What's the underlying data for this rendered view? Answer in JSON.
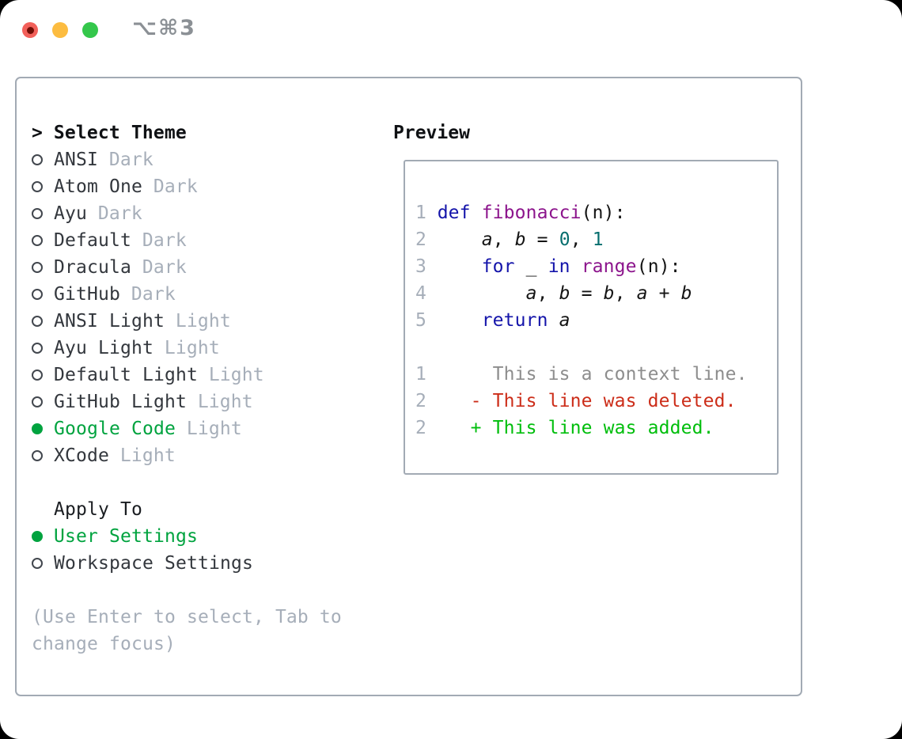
{
  "window": {
    "title": "⌥⌘3"
  },
  "colors": {
    "accent_green": "#00a33f",
    "added_green": "#00be0c",
    "deleted_red": "#cc2d19",
    "keyword_blue": "#1414aa",
    "function_purple": "#8c148c",
    "literal_teal": "#076e6e",
    "muted_gray": "#a6aeb9",
    "context_gray": "#8d8d8d"
  },
  "theme_panel": {
    "prompt": ">",
    "header": "Select Theme",
    "themes": [
      {
        "name": "ANSI",
        "variant": "Dark",
        "selected": false
      },
      {
        "name": "Atom One",
        "variant": "Dark",
        "selected": false
      },
      {
        "name": "Ayu",
        "variant": "Dark",
        "selected": false
      },
      {
        "name": "Default",
        "variant": "Dark",
        "selected": false
      },
      {
        "name": "Dracula",
        "variant": "Dark",
        "selected": false
      },
      {
        "name": "GitHub",
        "variant": "Dark",
        "selected": false
      },
      {
        "name": "ANSI Light",
        "variant": "Light",
        "selected": false
      },
      {
        "name": "Ayu Light",
        "variant": "Light",
        "selected": false
      },
      {
        "name": "Default Light",
        "variant": "Light",
        "selected": false
      },
      {
        "name": "GitHub Light",
        "variant": "Light",
        "selected": false
      },
      {
        "name": "Google Code",
        "variant": "Light",
        "selected": true
      },
      {
        "name": "XCode",
        "variant": "Light",
        "selected": false
      }
    ],
    "apply_to": {
      "label": "Apply To",
      "options": [
        {
          "name": "User Settings",
          "selected": true
        },
        {
          "name": "Workspace Settings",
          "selected": false
        }
      ]
    },
    "help_text": "(Use Enter to select, Tab to change focus)"
  },
  "preview": {
    "header": "Preview",
    "code_lines": [
      {
        "num": "1",
        "segments": [
          [
            "kw",
            "def"
          ],
          [
            "pl",
            " "
          ],
          [
            "fn",
            "fibonacci"
          ],
          [
            "pl",
            "("
          ],
          [
            "pl",
            "n"
          ],
          [
            "pl",
            "):"
          ]
        ]
      },
      {
        "num": "2",
        "segments": [
          [
            "pl",
            "    "
          ],
          [
            "var",
            "a"
          ],
          [
            "pl",
            ", "
          ],
          [
            "var",
            "b"
          ],
          [
            "pl",
            " = "
          ],
          [
            "lit",
            "0"
          ],
          [
            "pl",
            ", "
          ],
          [
            "lit",
            "1"
          ]
        ]
      },
      {
        "num": "3",
        "segments": [
          [
            "pl",
            "    "
          ],
          [
            "kw",
            "for"
          ],
          [
            "pl",
            " _ "
          ],
          [
            "kw",
            "in"
          ],
          [
            "pl",
            " "
          ],
          [
            "fn",
            "range"
          ],
          [
            "pl",
            "("
          ],
          [
            "pl",
            "n"
          ],
          [
            "pl",
            "):"
          ]
        ]
      },
      {
        "num": "4",
        "segments": [
          [
            "pl",
            "        "
          ],
          [
            "var",
            "a"
          ],
          [
            "pl",
            ", "
          ],
          [
            "var",
            "b"
          ],
          [
            "pl",
            " = "
          ],
          [
            "var",
            "b"
          ],
          [
            "pl",
            ", "
          ],
          [
            "var",
            "a"
          ],
          [
            "pl",
            " + "
          ],
          [
            "var",
            "b"
          ]
        ]
      },
      {
        "num": "5",
        "segments": [
          [
            "pl",
            "    "
          ],
          [
            "kw",
            "return"
          ],
          [
            "pl",
            " "
          ],
          [
            "var",
            "a"
          ]
        ]
      },
      {
        "num": "",
        "segments": []
      },
      {
        "num": "1",
        "segments": [
          [
            "ctx",
            "     This is a context line."
          ]
        ]
      },
      {
        "num": "2",
        "segments": [
          [
            "del",
            "   - This line was deleted."
          ]
        ]
      },
      {
        "num": "2",
        "segments": [
          [
            "add",
            "   + This line was added."
          ]
        ]
      }
    ]
  }
}
